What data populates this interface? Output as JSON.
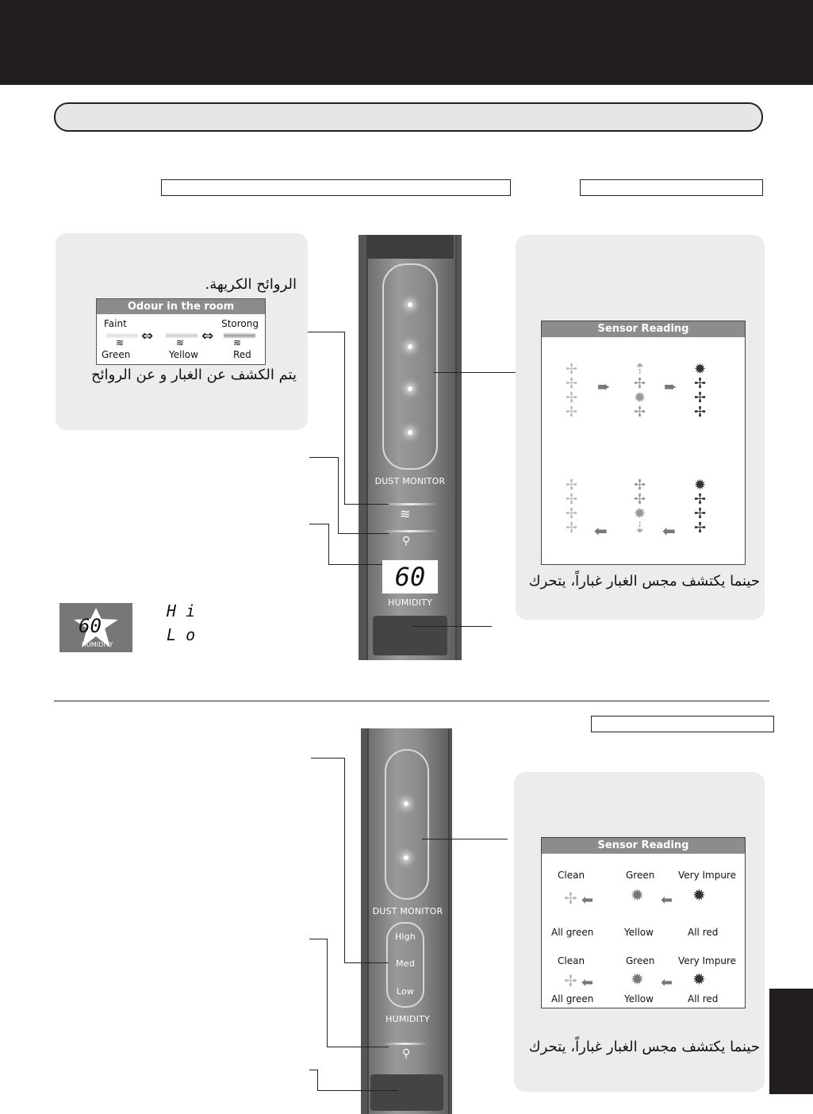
{
  "odour_card": {
    "arabic_top": "الروائح الكريهة.",
    "header": "Odour in the room",
    "faint": "Faint",
    "strong": "Storong",
    "green": "Green",
    "yellow": "Yellow",
    "red": "Red",
    "arabic_bottom": "يتم الكشف عن الغبار و عن الروائح"
  },
  "top_panel": {
    "dust_monitor": "DUST MONITOR",
    "display_value": "60",
    "humidity": "HUMIDITY"
  },
  "blink_display": {
    "value": "60",
    "label": "HUMIDITY",
    "hi": "H i",
    "lo": "L o"
  },
  "sensor_card_1": {
    "header": "Sensor Reading",
    "arabic_bottom": "حينما يكتشف مجس الغبار غباراً، يتحرك"
  },
  "bottom_panel": {
    "dust_monitor": "DUST MONITOR",
    "high": "High",
    "med": "Med",
    "low": "Low",
    "humidity": "HUMIDITY"
  },
  "sensor_card_2": {
    "header": "Sensor Reading",
    "row1": {
      "clean": "Clean",
      "green": "Green",
      "very_impure": "Very Impure",
      "all_green": "All green",
      "yellow": "Yellow",
      "all_red": "All red"
    },
    "row2": {
      "clean": "Clean",
      "green": "Green",
      "very_impure": "Very Impure",
      "all_green": "All green",
      "yellow": "Yellow",
      "all_red": "All red"
    },
    "arabic_bottom": "حينما يكتشف مجس الغبار غباراً، يتحرك"
  }
}
